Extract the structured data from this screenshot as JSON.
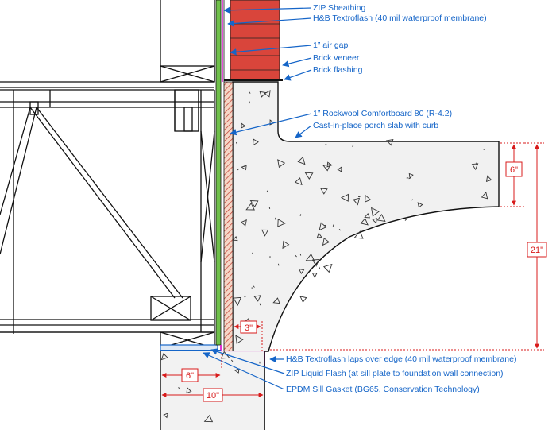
{
  "labels": {
    "zip_sheathing": "ZIP Sheathing",
    "textroflash": "H&B Textroflash (40 mil waterproof membrane)",
    "air_gap": "1” air gap",
    "brick_veneer": "Brick veneer",
    "brick_flashing": "Brick flashing",
    "rockwool": "1” Rockwool Comfortboard 80 (R-4.2)",
    "slab": "Cast-in-place porch slab with curb",
    "textroflash_laps": "H&B Textroflash laps over edge (40 mil waterproof membrane)",
    "zip_liquid_flash": "ZIP Liquid Flash (at sill plate to foundation wall connection)",
    "epdm_gasket": "EPDM Sill Gasket (BG65, Conservation Technology)"
  },
  "dimensions": {
    "curb_height": "6\"",
    "slab_total": "21\"",
    "rockwool_gap": "3\"",
    "foundation_offset": "6\"",
    "foundation_width": "10\""
  },
  "colors": {
    "label": "#1565c8",
    "dimension": "#d81b1b",
    "brick": "#d9453b",
    "sheathing": "#6fbf4a",
    "concrete": "#f1f1f1",
    "membrane": "#e020d0"
  }
}
